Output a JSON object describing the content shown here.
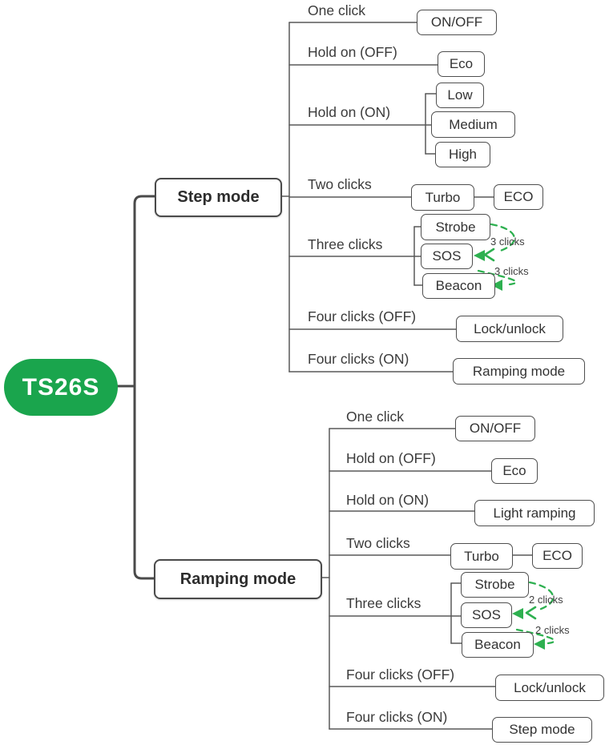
{
  "root": {
    "label": "TS26S"
  },
  "colors": {
    "root_bg": "#1aa54d",
    "arrow_green": "#2eb050",
    "line_dark": "#4a4a4a",
    "line_thin": "#585858"
  },
  "step": {
    "title": "Step mode",
    "row_labels": [
      "One click",
      "Hold on (OFF)",
      "Hold on (ON)",
      "Two clicks",
      "Three clicks",
      "Four clicks (OFF)",
      "Four clicks (ON)"
    ],
    "leaves": {
      "on_off": "ON/OFF",
      "eco_hold": "Eco",
      "low": "Low",
      "medium": "Medium",
      "high": "High",
      "turbo": "Turbo",
      "eco_turbo": "ECO",
      "strobe": "Strobe",
      "sos": "SOS",
      "beacon": "Beacon",
      "lock": "Lock/unlock",
      "to_other_mode": "Ramping mode"
    },
    "arrow_labels": [
      "3 clicks",
      "3 clicks"
    ]
  },
  "ramping": {
    "title": "Ramping mode",
    "row_labels": [
      "One click",
      "Hold on (OFF)",
      "Hold on (ON)",
      "Two clicks",
      "Three clicks",
      "Four clicks (OFF)",
      "Four clicks (ON)"
    ],
    "leaves": {
      "on_off": "ON/OFF",
      "eco_hold": "Eco",
      "light_ramping": "Light ramping",
      "turbo": "Turbo",
      "eco_turbo": "ECO",
      "strobe": "Strobe",
      "sos": "SOS",
      "beacon": "Beacon",
      "lock": "Lock/unlock",
      "to_other_mode": "Step mode"
    },
    "arrow_labels": [
      "2 clicks",
      "2 clicks"
    ]
  }
}
